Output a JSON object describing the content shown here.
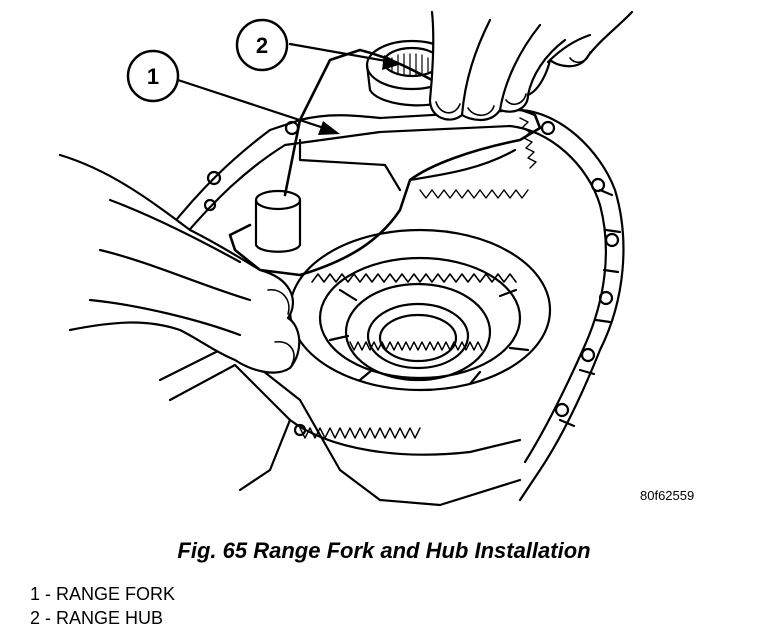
{
  "figure": {
    "callouts": [
      {
        "number": "1"
      },
      {
        "number": "2"
      }
    ],
    "image_code": "80f62559",
    "caption": "Fig. 65 Range Fork and Hub Installation",
    "legend": [
      {
        "text": "1 - RANGE FORK"
      },
      {
        "text": "2 - RANGE HUB"
      }
    ]
  }
}
